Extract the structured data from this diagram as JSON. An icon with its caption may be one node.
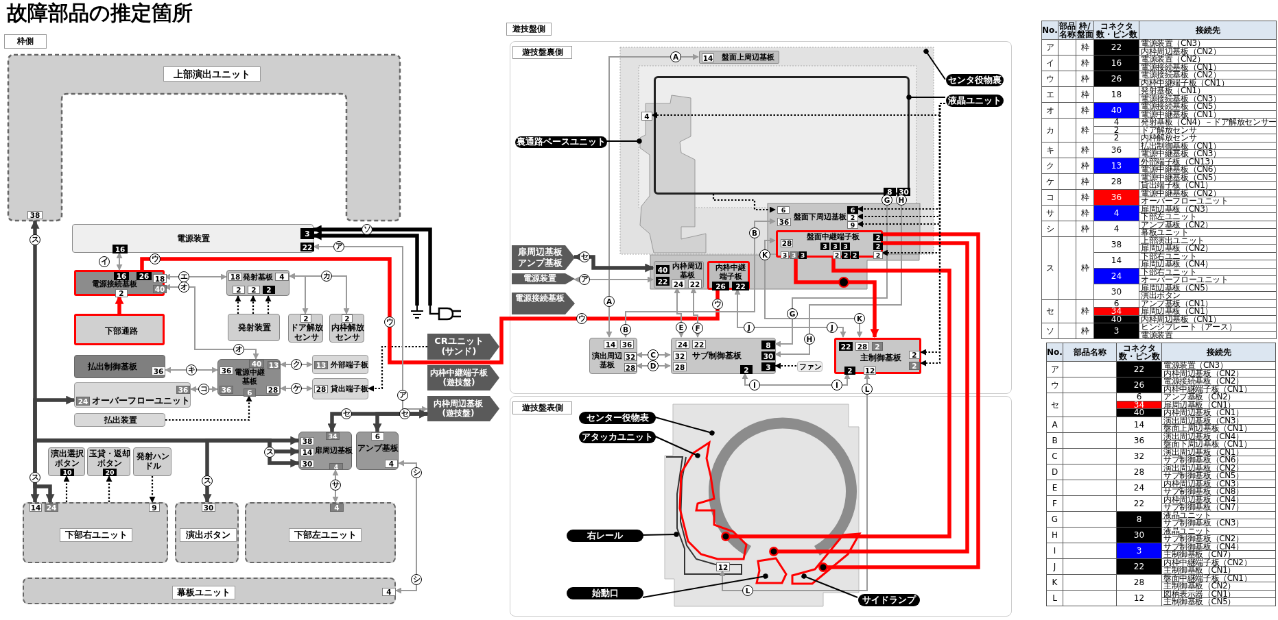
{
  "diagram": {
    "title": "故障部品の推定箇所",
    "nodes": [
      {
        "text": [
          "上部演出ユニット",
          "38"
        ]
      },
      {
        "text": [
          "3",
          "電源装置",
          "22",
          "16"
        ]
      },
      {
        "text": [
          "16",
          "26",
          "18",
          "電源接続基板",
          "40",
          "2"
        ]
      },
      {
        "text": [
          "18",
          "発射基板",
          "4",
          "2",
          "2",
          "2"
        ]
      },
      {
        "text": [
          "下部通路"
        ]
      },
      {
        "text": [
          "発射装置"
        ]
      },
      {
        "text": [
          "2",
          "ドア解放センサ"
        ]
      },
      {
        "text": [
          "2",
          "内枠解放センサ"
        ]
      },
      {
        "text": [
          "払出制御基板",
          "36"
        ]
      },
      {
        "text": [
          "40",
          "13",
          "36",
          "電源中継基板",
          "36",
          "28",
          "6"
        ]
      },
      {
        "text": [
          "13",
          "外部端子板"
        ]
      },
      {
        "text": [
          "28",
          "貸出端子板"
        ]
      },
      {
        "text": [
          "36",
          "24",
          "オーバーフローユニット"
        ]
      },
      {
        "text": [
          "払出装置"
        ]
      },
      {
        "text": [
          "CRユニット(サンド)"
        ]
      },
      {
        "text": [
          "内枠中継端子板(遊技盤)"
        ]
      },
      {
        "text": [
          "内枠周辺基板(遊技盤)"
        ]
      },
      {
        "text": [
          "34",
          "38",
          "14",
          "扉周辺基板",
          "30",
          "4"
        ]
      },
      {
        "text": [
          "6",
          "アンプ基板",
          "4"
        ]
      },
      {
        "text": [
          "演出選択ボタン",
          "10"
        ]
      },
      {
        "text": [
          "玉貸・返却ボタン",
          "20"
        ]
      },
      {
        "text": [
          "発射ハンドル"
        ]
      },
      {
        "text": [
          "14",
          "24",
          "9",
          "下部右ユニット"
        ]
      },
      {
        "text": [
          "30",
          "演出ボタン"
        ]
      },
      {
        "text": [
          "4",
          "下部左ユニット"
        ]
      },
      {
        "text": [
          "幕板ユニット",
          "4"
        ]
      },
      {
        "text": [],
        "shape": "picture"
      },
      {
        "text": [],
        "shape": "picture"
      },
      {
        "text": [
          "遊技盤裏側"
        ]
      },
      {
        "text": [
          "14",
          "盤面上周辺基板"
        ],
        "in": 54
      },
      {
        "text": [
          "8",
          "30"
        ],
        "in": 54
      },
      {
        "text": [
          "6",
          "36",
          "盤面下周辺基板",
          "6",
          "2",
          "9"
        ],
        "in": 54
      },
      {
        "text": [
          "28",
          "盤面中継端子板",
          "2",
          "3",
          "3",
          "3",
          "2",
          "3",
          "3",
          "3",
          "2",
          "2",
          "2",
          "2"
        ],
        "in": 28
      },
      {
        "text": [
          "40",
          "内枠周辺基板",
          "22",
          "24",
          "22"
        ],
        "in": 28
      },
      {
        "text": [
          "内枠中継端子板",
          "26",
          "22"
        ],
        "in": 28
      },
      {
        "text": [
          "扉周辺基板",
          "アンプ基板"
        ],
        "in": 28
      },
      {
        "text": [
          "電源装置"
        ],
        "in": 28
      },
      {
        "text": [
          "電源接続基板"
        ],
        "in": 28
      },
      {
        "text": [
          "14",
          "36",
          "演出周辺基板",
          "32",
          "28"
        ],
        "in": 28
      },
      {
        "text": [
          "24",
          "22",
          "32",
          "28",
          "サブ制御基板",
          "8",
          "30",
          "3",
          "2"
        ],
        "in": 28
      },
      {
        "text": [
          "ファン"
        ],
        "in": 28
      },
      {
        "text": [
          "22",
          "28",
          "2",
          "主制御基板",
          "2",
          "2",
          "2",
          "12"
        ],
        "in": 28
      },
      {
        "text": [
          "センタ役物裏"
        ],
        "in": 28
      },
      {
        "text": [
          "液晶ユニット"
        ],
        "in": 28
      },
      {
        "text": [
          "裏通路ベースユニット"
        ],
        "in": 28
      },
      {
        "text": [
          "遊技盤表側"
        ]
      },
      {
        "text": [
          "12"
        ],
        "in": 45
      },
      {
        "text": [
          "センター役物表"
        ],
        "in": 45
      },
      {
        "text": [
          "アタッカユニット"
        ],
        "in": 45
      },
      {
        "text": [
          "右レール"
        ],
        "in": 45
      },
      {
        "text": [
          "始動口"
        ],
        "in": 45
      },
      {
        "text": [
          "サイドランプ"
        ],
        "in": 45
      },
      {
        "text": [
          "4"
        ],
        "in": 53
      },
      {
        "text": [],
        "shape": "picture",
        "in": 54
      },
      {
        "text": [],
        "shape": "box",
        "in": 28
      }
    ],
    "edges": [
      {
        "from": 1,
        "to": 2,
        "arrow": "both",
        "label": "イ",
        "color": "#9a9a9a"
      },
      {
        "from": 2,
        "to": 3,
        "arrow": "both",
        "label": "エ",
        "color": "#9a9a9a"
      },
      {
        "from": 2,
        "to": 9,
        "arrow": "both",
        "label": "オ",
        "color": "#9a9a9a"
      },
      {
        "from": 4,
        "to": 2,
        "arrow": "to",
        "style": "thick",
        "color": "#ff0000"
      },
      {
        "from": 3,
        "to": 6,
        "arrow": "both",
        "color": "#9a9a9a"
      },
      {
        "from": 3,
        "to": 7,
        "arrow": "both",
        "label": "カ",
        "color": "#9a9a9a"
      },
      {
        "from": 5,
        "to": 3,
        "arrow": "to",
        "style": "dashed",
        "color": "#000000"
      },
      {
        "from": 5,
        "to": 3,
        "arrow": "to",
        "style": "dashed",
        "color": "#000000"
      },
      {
        "from": 5,
        "to": 3,
        "arrow": "to",
        "style": "dashed",
        "color": "#000000"
      },
      {
        "from": 8,
        "to": 9,
        "arrow": "both",
        "label": "キ",
        "color": "#9a9a9a"
      },
      {
        "from": 12,
        "to": 9,
        "arrow": "both",
        "label": "コ",
        "color": "#9a9a9a"
      },
      {
        "from": 9,
        "to": 10,
        "arrow": "both",
        "label": "ク",
        "color": "#9a9a9a"
      },
      {
        "from": 9,
        "to": 11,
        "arrow": "both",
        "label": "ケ",
        "color": "#9a9a9a"
      },
      {
        "from": 13,
        "to": 9,
        "arrow": "to",
        "style": "dashed",
        "color": "#000000"
      },
      {
        "from": 14,
        "to": 11,
        "arrow": "to",
        "style": "dashed",
        "color": "#000000"
      },
      {
        "from": 2,
        "to": 34,
        "arrow": "none",
        "label": "ウ",
        "style": "thick",
        "color": "#ff0000"
      },
      {
        "from": 16,
        "to": 1,
        "arrow": "both",
        "label": "ア",
        "color": "#9a9a9a"
      },
      {
        "from": 27,
        "to": 1,
        "arrow": "to",
        "label": "ソ",
        "style": "thick",
        "color": "#000000"
      },
      {
        "from": 26,
        "to": 1,
        "arrow": "to",
        "style": "thick",
        "color": "#000000"
      },
      {
        "from": 0,
        "to": 17,
        "arrow": "both",
        "label": "ス",
        "style": "thick",
        "color": "#404040"
      },
      {
        "from": 12,
        "to": 22,
        "arrow": "both",
        "style": "thick",
        "color": "#404040"
      },
      {
        "from": 23,
        "to": 17,
        "arrow": "both",
        "label": "ス",
        "style": "thick",
        "color": "#404040"
      },
      {
        "from": 22,
        "to": 17,
        "arrow": "both",
        "label": "ス",
        "style": "thick",
        "color": "#404040"
      },
      {
        "from": 16,
        "to": 17,
        "arrow": "both",
        "label": "セ",
        "style": "thick",
        "color": "#404040"
      },
      {
        "from": 16,
        "to": 18,
        "arrow": "both",
        "label": "セ",
        "style": "thick",
        "color": "#404040"
      },
      {
        "from": 17,
        "to": 24,
        "arrow": "both",
        "label": "サ",
        "color": "#9a9a9a"
      },
      {
        "from": 18,
        "to": 25,
        "arrow": "both",
        "label": "シ",
        "color": "#9a9a9a"
      },
      {
        "from": 22,
        "to": 19,
        "arrow": "to",
        "style": "dashed",
        "color": "#000000"
      },
      {
        "from": 22,
        "to": 20,
        "arrow": "to",
        "style": "dashed",
        "color": "#000000"
      },
      {
        "from": 21,
        "to": 22,
        "arrow": "to",
        "style": "dashed",
        "color": "#000000"
      },
      {
        "from": 38,
        "to": 29,
        "arrow": "both",
        "label": "A",
        "color": "#9a9a9a"
      },
      {
        "from": 38,
        "to": 31,
        "arrow": "both",
        "label": "B",
        "color": "#9a9a9a"
      },
      {
        "from": 38,
        "to": 39,
        "arrow": "both",
        "label": "C",
        "color": "#9a9a9a"
      },
      {
        "from": 38,
        "to": 39,
        "arrow": "both",
        "label": "D",
        "color": "#9a9a9a"
      },
      {
        "from": 33,
        "to": 39,
        "arrow": "both",
        "label": "E",
        "color": "#9a9a9a"
      },
      {
        "from": 33,
        "to": 39,
        "arrow": "both",
        "label": "F",
        "color": "#9a9a9a"
      },
      {
        "from": 34,
        "to": 41,
        "arrow": "both",
        "label": "J",
        "color": "#9a9a9a"
      },
      {
        "from": 30,
        "to": 39,
        "arrow": "both",
        "label": "G",
        "color": "#9a9a9a"
      },
      {
        "from": 30,
        "to": 39,
        "arrow": "both",
        "label": "H",
        "color": "#9a9a9a"
      },
      {
        "from": 32,
        "to": 41,
        "arrow": "both",
        "label": "K",
        "color": "#9a9a9a"
      },
      {
        "from": 39,
        "to": 41,
        "arrow": "both",
        "label": "I",
        "color": "#9a9a9a"
      },
      {
        "from": 41,
        "to": 46,
        "arrow": "both",
        "label": "L",
        "color": "#9a9a9a"
      },
      {
        "from": 40,
        "to": 39,
        "arrow": "to",
        "style": "dashed",
        "color": "#000000"
      },
      {
        "from": 35,
        "to": 33,
        "arrow": "both",
        "label": "セ",
        "style": "thick",
        "color": "#404040"
      },
      {
        "from": 33,
        "to": 36,
        "arrow": "both",
        "label": "ア",
        "color": "#9a9a9a"
      },
      {
        "from": 32,
        "to": 41,
        "arrow": "to",
        "style": "thick",
        "color": "#ff0000"
      },
      {
        "from": 32,
        "to": 46,
        "arrow": "other",
        "style": "thick",
        "color": "#ff0000"
      },
      {
        "from": 32,
        "to": 46,
        "arrow": "other",
        "style": "thick",
        "color": "#ff0000"
      },
      {
        "from": 32,
        "to": 46,
        "arrow": "other",
        "style": "thick",
        "color": "#ff0000"
      },
      {
        "from": 30,
        "to": 31,
        "arrow": "to",
        "style": "dashed",
        "color": "#000000"
      },
      {
        "from": 43,
        "to": 31,
        "arrow": "to",
        "style": "dashed",
        "color": "#000000"
      },
      {
        "from": 43,
        "to": 31,
        "arrow": "to",
        "style": "dashed",
        "color": "#000000"
      },
      {
        "from": 43,
        "to": 31,
        "arrow": "to",
        "style": "dashed",
        "color": "#000000"
      },
      {
        "from": 43,
        "to": 32,
        "arrow": "to",
        "style": "dashed",
        "color": "#000000"
      },
      {
        "from": 43,
        "to": 41,
        "arrow": "to",
        "style": "dashed",
        "color": "#000000"
      },
      {
        "from": 43,
        "to": 41,
        "arrow": "to",
        "style": "dashed",
        "color": "#000000"
      },
      {
        "from": 43,
        "to": 52,
        "arrow": "to",
        "style": "dashed",
        "color": "#000000"
      },
      {
        "from": 42,
        "to": 54,
        "arrow": "other",
        "color": "#000000"
      },
      {
        "from": 43,
        "to": 30,
        "arrow": "other",
        "color": "#000000"
      },
      {
        "from": 44,
        "to": 53,
        "arrow": "other",
        "color": "#000000"
      },
      {
        "from": 47,
        "to": 46,
        "arrow": "other",
        "color": "#000000"
      },
      {
        "from": 48,
        "to": 46,
        "arrow": "other",
        "color": "#000000"
      },
      {
        "from": 49,
        "to": 46,
        "arrow": "other",
        "color": "#000000"
      },
      {
        "from": 50,
        "to": 46,
        "arrow": "other",
        "color": "#000000"
      },
      {
        "from": 51,
        "to": 46,
        "arrow": "other",
        "color": "#000000"
      }
    ],
    "labels": [
      "枠側",
      "遊技盤側",
      "オ",
      "ス",
      "ウ",
      "ウ",
      "ウ",
      "ア",
      "シ",
      "J",
      "K",
      "A",
      "B",
      "G",
      "H",
      "I",
      "L",
      "No.",
      "部品名称",
      "枠/盤面",
      "コネクタ数・ピン数",
      "接続先",
      "ア",
      "枠",
      "22",
      "電源装置（CN3）",
      "内枠周辺基板（CN2）",
      "イ",
      "枠",
      "16",
      "電源装置（CN2）",
      "電源接続基板（CN1）",
      "ウ",
      "枠",
      "26",
      "電源接続基板（CN2）",
      "内枠中継端子板（CN1）",
      "エ",
      "枠",
      "18",
      "発射基板（CN1）",
      "電源接続基板（CN3）",
      "オ",
      "枠",
      "40",
      "電源接続基板（CN5）",
      "電源中継基板（CN1）",
      "カ",
      "枠",
      "4",
      "発射基板（CN4）－ドア解放センサー",
      "2",
      "ドア解放センサ",
      "2",
      "内枠解放センサ",
      "キ",
      "枠",
      "36",
      "払出制御基板（CN1）",
      "電源中継基板（CN3）",
      "ク",
      "枠",
      "13",
      "外部端子板（CN13）",
      "電源中継基板（CN6）",
      "ケ",
      "枠",
      "28",
      "電源中継基板（CN5）",
      "貸出端子板（CN1）",
      "コ",
      "枠",
      "36",
      "電源中継基板（CN2）",
      "オーバーフローユニット",
      "サ",
      "枠",
      "4",
      "扉周辺基板（CN3）",
      "下部左ユニット",
      "シ",
      "枠",
      "4",
      "アンプ基板（CN2）",
      "幕板ユニット",
      "ス",
      "枠",
      "38",
      "上部演出ユニット",
      "扉周辺基板（CN2）",
      "14",
      "下部右ユニット",
      "扉周辺基板（CN4）",
      "24",
      "下部右ユニット",
      "オーバーフローユニット",
      "30",
      "扉周辺基板（CN5）",
      "演出ボタン",
      "セ",
      "枠",
      "6",
      "アンプ基板（CN1）",
      "34",
      "扉周辺基板（CN1）",
      "40",
      "内枠周辺基板（CN1）",
      "ソ",
      "枠",
      "3",
      "ヒンジプレート（アース）",
      "電源装置",
      "No.",
      "部品名称",
      "コネクタ数・ピン数",
      "接続先",
      "ア",
      "22",
      "電源装置（CN3）",
      "内枠周辺基板（CN2）",
      "ウ",
      "26",
      "電源接続基板（CN2）",
      "内枠中継端子板（CN1）",
      "セ",
      "6",
      "アンプ基板（CN2）",
      "34",
      "扉周辺基板（CN1）",
      "40",
      "内枠周辺基板（CN1）",
      "A",
      "14",
      "演出周辺基板（CN3）",
      "盤面上周辺基板（CN1）",
      "B",
      "36",
      "演出周辺基板（CN4）",
      "盤面下周辺基板（CN1）",
      "C",
      "32",
      "演出周辺基板（CN1）",
      "サブ制御基板（CN6）",
      "D",
      "28",
      "演出周辺基板（CN2）",
      "サブ制御基板（CN5）",
      "E",
      "24",
      "内枠周辺基板（CN3）",
      "サブ制御基板（CN8）",
      "F",
      "22",
      "内枠周辺基板（CN4）",
      "サブ制御基板（CN7）",
      "G",
      "8",
      "液晶ユニット",
      "サブ制御基板（CN3）",
      "H",
      "30",
      "液晶ユニット",
      "サブ制御基板（CN2）",
      "I",
      "3",
      "サブ制御基板（CN4）",
      "主制御基板（CN7）",
      "J",
      "22",
      "内枠中継端子板（CN2）",
      "主制御基板（CN1）",
      "K",
      "28",
      "盤面中継端子板（CN1）",
      "主制御基板（CN2）",
      "L",
      "12",
      "図柄表示器（CN1）",
      "主制御基板（CN5）"
    ]
  }
}
